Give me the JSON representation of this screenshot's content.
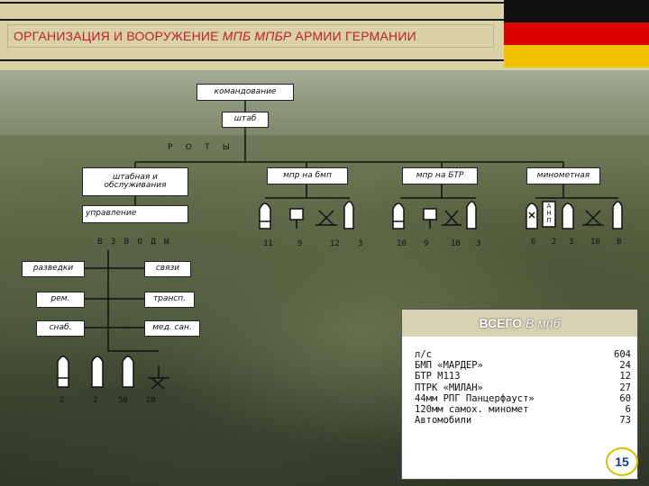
{
  "header": {
    "title_part1": "ОРГАНИЗАЦИЯ И ВООРУЖЕНИЕ ",
    "title_italic": "МПБ МПБР",
    "title_part2": " АРМИИ ГЕРМАНИИ"
  },
  "flag_colors": [
    "#111111",
    "#dd0000",
    "#f2c200"
  ],
  "org": {
    "command": "командование",
    "hq": "штаб",
    "companies_label": "Р     О     Т     Ы",
    "hq_service": "штабная и обслуживания",
    "bmp_company": "мпр на бмп",
    "btr_company": "мпр на БТР",
    "mortar_company": "минометная",
    "control": "управление",
    "platoons_label": "В З В О Д Ы",
    "recon": "разведки",
    "signals": "связи",
    "repair": "рем.",
    "transport": "трансп.",
    "supply": "снаб.",
    "medical": "мед. сан.",
    "ahp": "А Н П"
  },
  "counts": {
    "left": [
      "2",
      "2",
      "56",
      "20"
    ],
    "bmp": [
      "11",
      "9",
      "12",
      "3"
    ],
    "btr": [
      "10",
      "9",
      "10",
      "3"
    ],
    "mortar": [
      "6",
      "2",
      "3",
      "10",
      "8"
    ]
  },
  "summary": {
    "heading": "ВСЕГО",
    "heading_italic": "В мпб",
    "rows": [
      {
        "label": "л/с",
        "value": "604"
      },
      {
        "label": "БМП «МАРДЕР»",
        "value": "24"
      },
      {
        "label": "БТР М113",
        "value": "12"
      },
      {
        "label": "ПТРК «МИЛАН»",
        "value": "27"
      },
      {
        "label": "44мм РПГ Панцерфауст»",
        "value": "60"
      },
      {
        "label": "120мм самох. миномет",
        "value": "6"
      },
      {
        "label": "Автомобили",
        "value": "73"
      }
    ]
  },
  "page_number": "15"
}
